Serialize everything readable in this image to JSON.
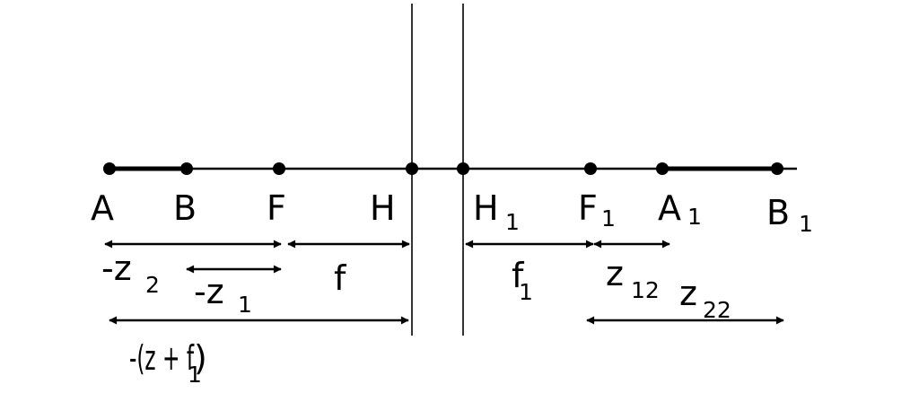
{
  "points": {
    "A": "A",
    "B": "B",
    "F": "F",
    "H": "H",
    "H1": {
      "main": "H",
      "sub": "1"
    },
    "F1": {
      "main": "F",
      "sub": "1"
    },
    "A1": {
      "main": "A",
      "sub": "1"
    },
    "B1": {
      "main": "B",
      "sub": "1"
    }
  },
  "distances": {
    "minus_z2": {
      "main": "-z",
      "sub": "2"
    },
    "minus_z1": {
      "main": "-z",
      "sub": "1"
    },
    "f": "f",
    "f1": {
      "main": "f",
      "sub": "1"
    },
    "z12": {
      "main": "z",
      "sub": "12"
    },
    "z22": {
      "main": "z",
      "sub": "22"
    },
    "minus_z_plus_f1": {
      "main": "-(z + f",
      "close": ")",
      "sub": "1"
    }
  }
}
